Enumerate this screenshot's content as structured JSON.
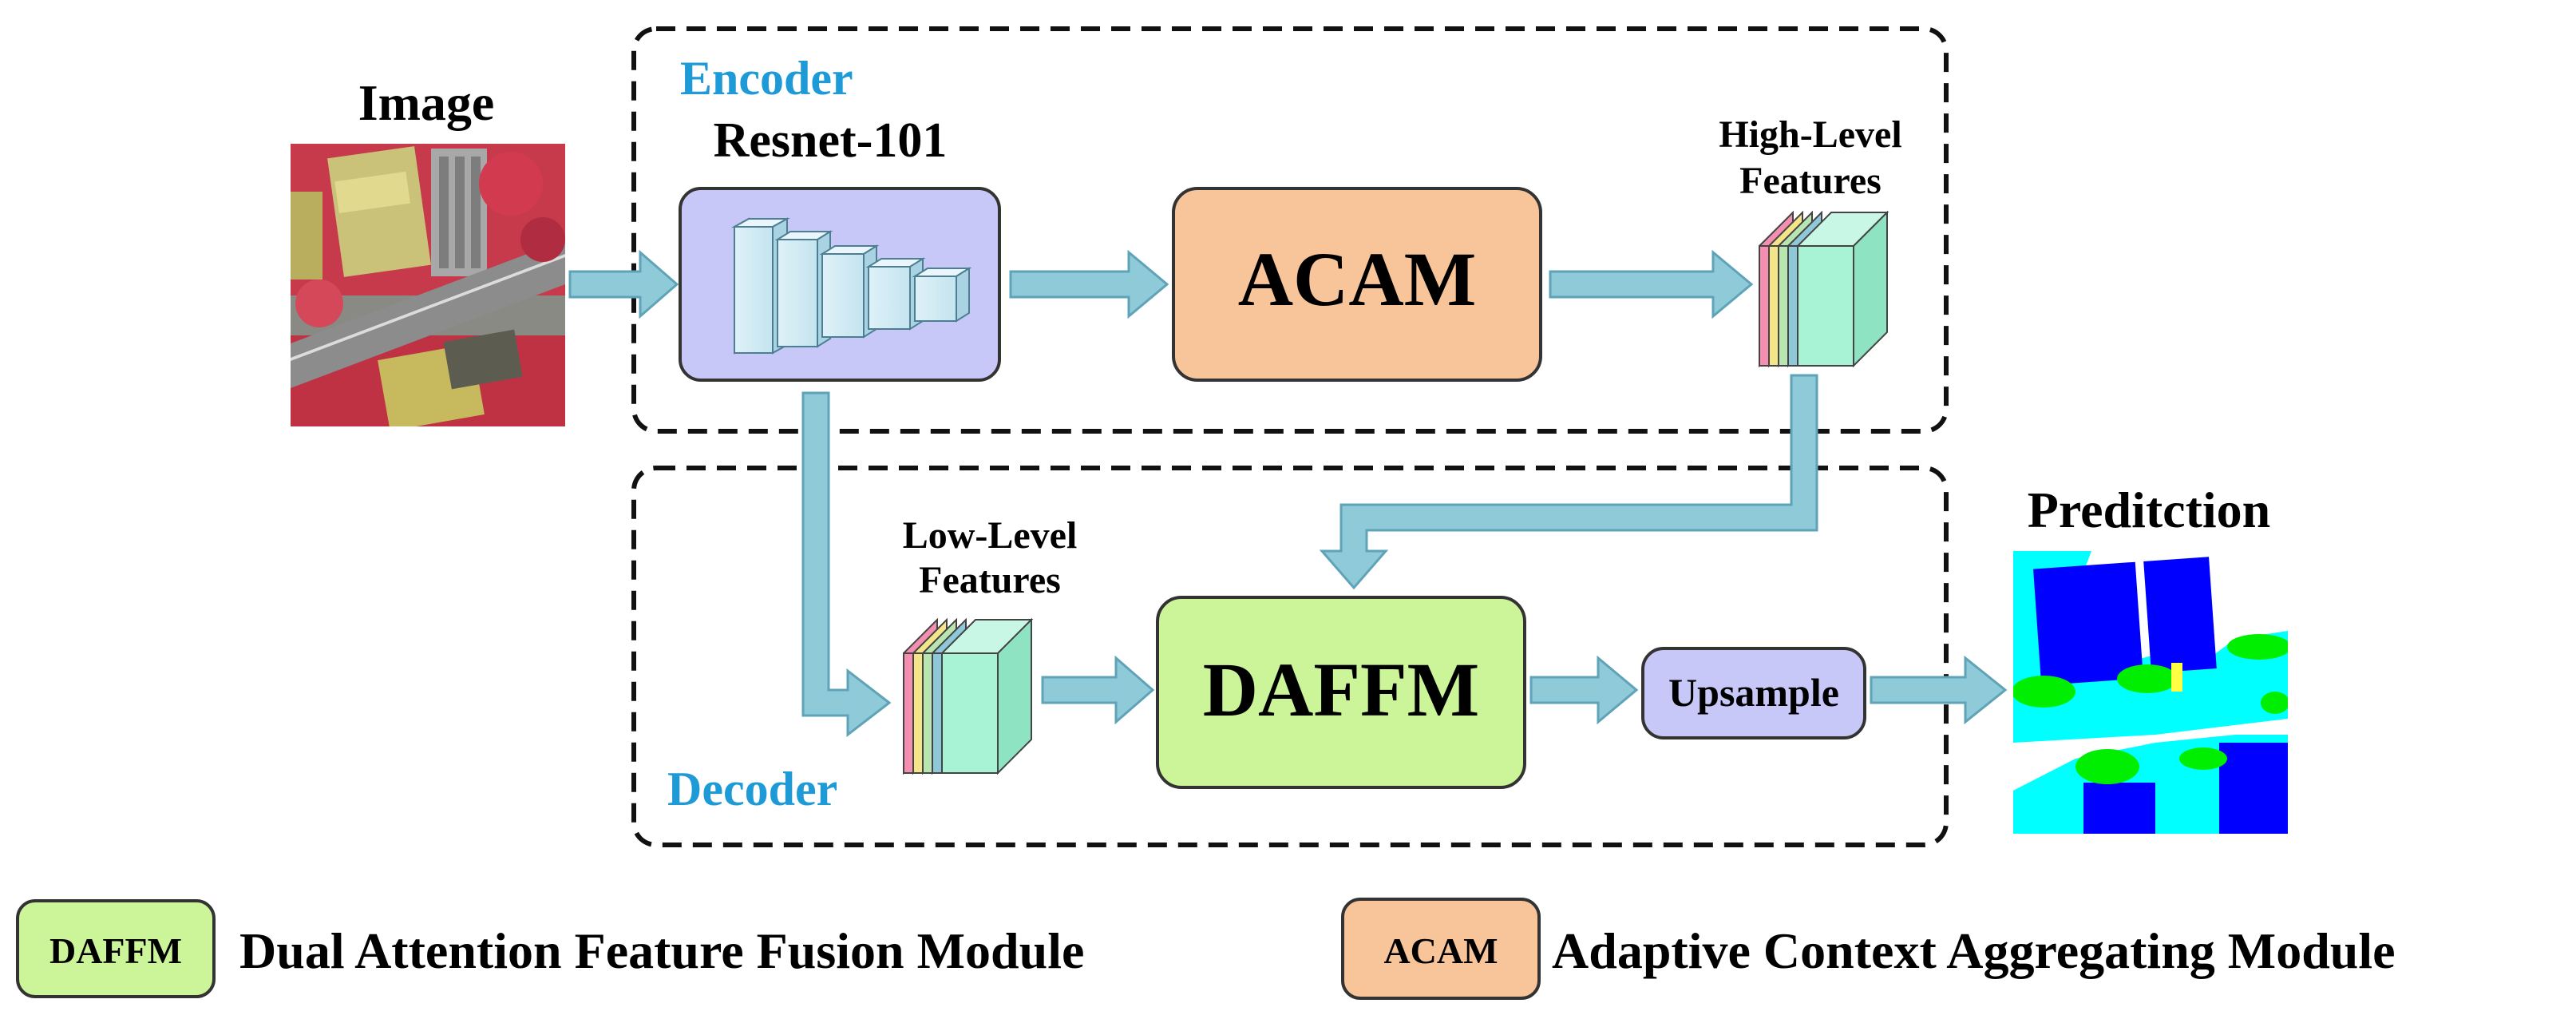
{
  "labels": {
    "image": "Image",
    "encoder": "Encoder",
    "resnet": "Resnet-101",
    "high_level_line1": "High-Level",
    "high_level_line2": "Features",
    "low_level_line1": "Low-Level",
    "low_level_line2": "Features",
    "decoder": "Decoder",
    "prediction": "Preditction"
  },
  "modules": {
    "acam": "ACAM",
    "daffm": "DAFFM",
    "upsample": "Upsample"
  },
  "legend": [
    {
      "abbr": "DAFFM",
      "full": "Dual Attention Feature Fusion Module"
    },
    {
      "abbr": "ACAM",
      "full": "Adaptive Context Aggregating Module"
    }
  ],
  "colors": {
    "encoder_label": "#1E9AD6",
    "decoder_label": "#1E9AD6",
    "resnet_fill": "#C8C8F8",
    "acam_fill": "#F8C49A",
    "daffm_fill": "#CCF59A",
    "upsample_fill": "#C8C8F8",
    "arrow_fill": "#8FCAD8",
    "arrow_stroke": "#5FA3B8",
    "feature_slices": [
      "#F48FB1",
      "#F4E58A",
      "#B9E6B0",
      "#8FC9D9",
      "#A8F2D6"
    ]
  }
}
